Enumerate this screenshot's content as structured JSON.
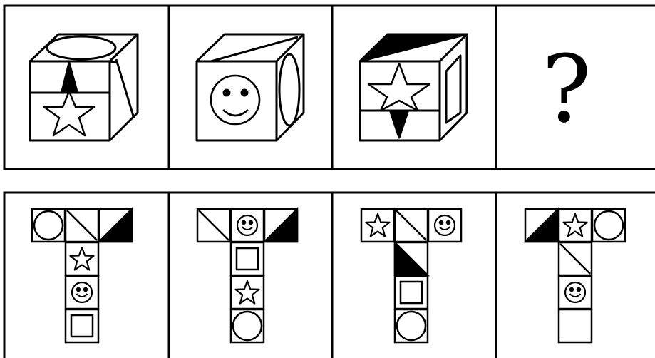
{
  "question_row": {
    "panels": [
      {
        "kind": "cube",
        "front": "star",
        "top": "ellipse",
        "right": "trapezoid-lines"
      },
      {
        "kind": "cube",
        "front": "smiley",
        "top": "diagonal-line",
        "right": "ellipse"
      },
      {
        "kind": "cube",
        "front": "star",
        "top": "black-triangle",
        "right": "inner-rect"
      },
      {
        "kind": "unknown",
        "symbol": "?"
      }
    ]
  },
  "options_row": {
    "options": [
      {
        "top": [
          "circle",
          "diagonal",
          "black-triangle"
        ],
        "stem": [
          "star",
          "smiley",
          "square"
        ]
      },
      {
        "top": [
          "diagonal",
          "smiley",
          "black-triangle"
        ],
        "stem": [
          "square",
          "star",
          "circle"
        ]
      },
      {
        "top": [
          "star",
          "diagonal",
          "smiley"
        ],
        "stem": [
          "black-triangle",
          "square",
          "circle"
        ]
      },
      {
        "top": [
          "black-triangle",
          "star",
          "circle"
        ],
        "stem": [
          "diagonal",
          "smiley",
          "empty"
        ]
      }
    ]
  },
  "colors": {
    "ink": "#000000",
    "background": "#ffffff"
  }
}
